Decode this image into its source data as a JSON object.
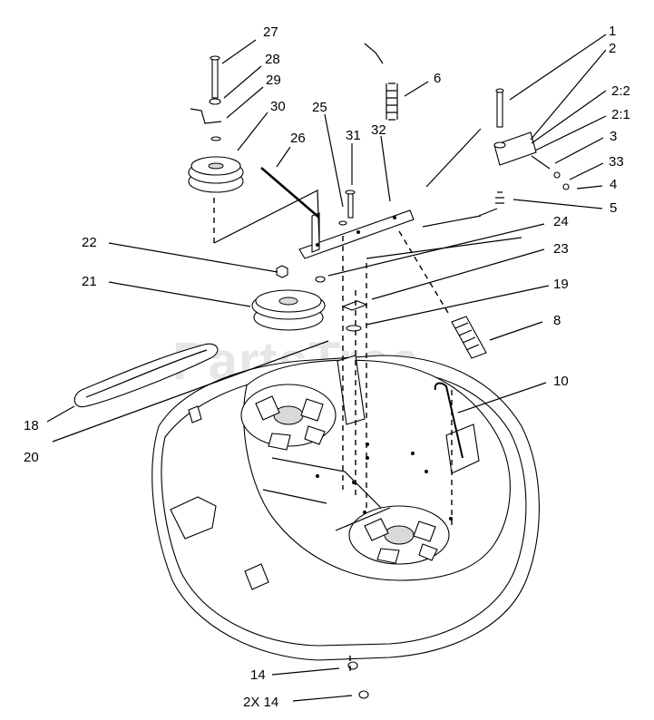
{
  "watermark": "PartsTree",
  "callouts": [
    "27",
    "28",
    "29",
    "30",
    "25",
    "26",
    "31",
    "32",
    "6",
    "1",
    "2",
    "2:2",
    "2:1",
    "3",
    "33",
    "4",
    "5",
    "24",
    "23",
    "22",
    "21",
    "19",
    "8",
    "10",
    "18",
    "20",
    "14",
    "2X 14"
  ]
}
